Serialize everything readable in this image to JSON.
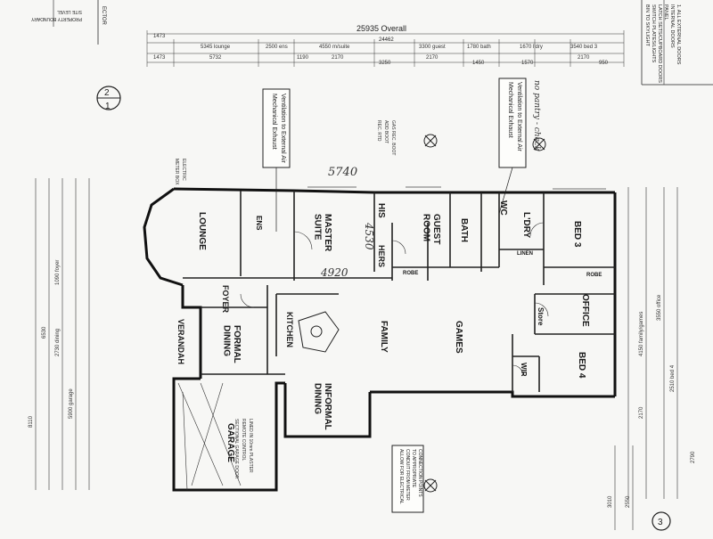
{
  "title_top_right": "1. ALL EXTERNAL DOORS\nINTERNAL DOORS\nPANEL\nLATCH SETS/CUPBOARD DOORS\nSWITCH PLATES/LIGHTS\nBIN TO SKYLIGHT",
  "note_top_left": "PROPERTY BOUNDARY\nSITE LEVEL",
  "overall_dim": "25935 Overall",
  "sub_dim": "24462",
  "top_dims_row1": [
    "1473",
    "5345 lounge",
    "2500 ens",
    "4550 m/suite",
    "3300 guest",
    "1780 bath",
    "1670 l'dry",
    "3540 bed 3"
  ],
  "top_dims_row2": [
    "1473",
    "5732",
    "1190",
    "2170",
    "3250",
    "2170",
    "1450",
    "1570",
    "2170",
    "950"
  ],
  "rooms": {
    "lounge": "LOUNGE",
    "ens": "ENS",
    "master": "MASTER\nSUITE",
    "his": "HIS",
    "hers": "HERS",
    "guest": "GUEST\nROOM",
    "bath": "BATH",
    "wc": "WC",
    "ldry": "L'DRY",
    "bed3": "BED 3",
    "linen": "LINEN",
    "robe1": "ROBE",
    "robe2": "ROBE",
    "office": "OFFICE",
    "store": "Store",
    "wir": "WIR",
    "bed4": "BED 4",
    "foyer": "FOYER",
    "verandah": "VERANDAH",
    "formal_dining": "FORMAL\nDINING",
    "kitchen": "KITCHEN",
    "family": "FAMILY",
    "games": "GAMES",
    "informal_dining": "INFORMAL\nDINING",
    "garage": "GARAGE"
  },
  "annotations": {
    "mech_exhaust_left": "Mechanical Exhaust\nVentilation to External Air",
    "mech_exhaust_right": "Mechanical Exhaust\nVentilation to External Air",
    "hand_5740": "5740",
    "hand_4920": "4920",
    "hand_4530": "4530",
    "hand_top": "no pantry - check",
    "gas_note": "GAS REC. BOOT\nADD BOOT\nREC. RTD",
    "elec_meter": "ELECTRIC\nMETER BOX",
    "allow_note": "ALLOW FOR ELECTRICAL\nCONDUIT FROM METER\nTO APPROPRIATE\nCONNECTION POINTS",
    "garage_note": "LINED IN 10mm PLASTER\nREMOTE CONTROL\nSECTIONAL GARAGE DOOR",
    "pages": [
      "1",
      "2",
      "3"
    ]
  },
  "left_dims": [
    "8110",
    "6530",
    "1090 foyer",
    "2730 dining",
    "5900 garage"
  ],
  "right_dims": [
    "2790",
    "2170",
    "3550 office",
    "4150 family/games",
    "2510 bed 4"
  ],
  "bottom_dims": [
    "2550",
    "3010"
  ]
}
